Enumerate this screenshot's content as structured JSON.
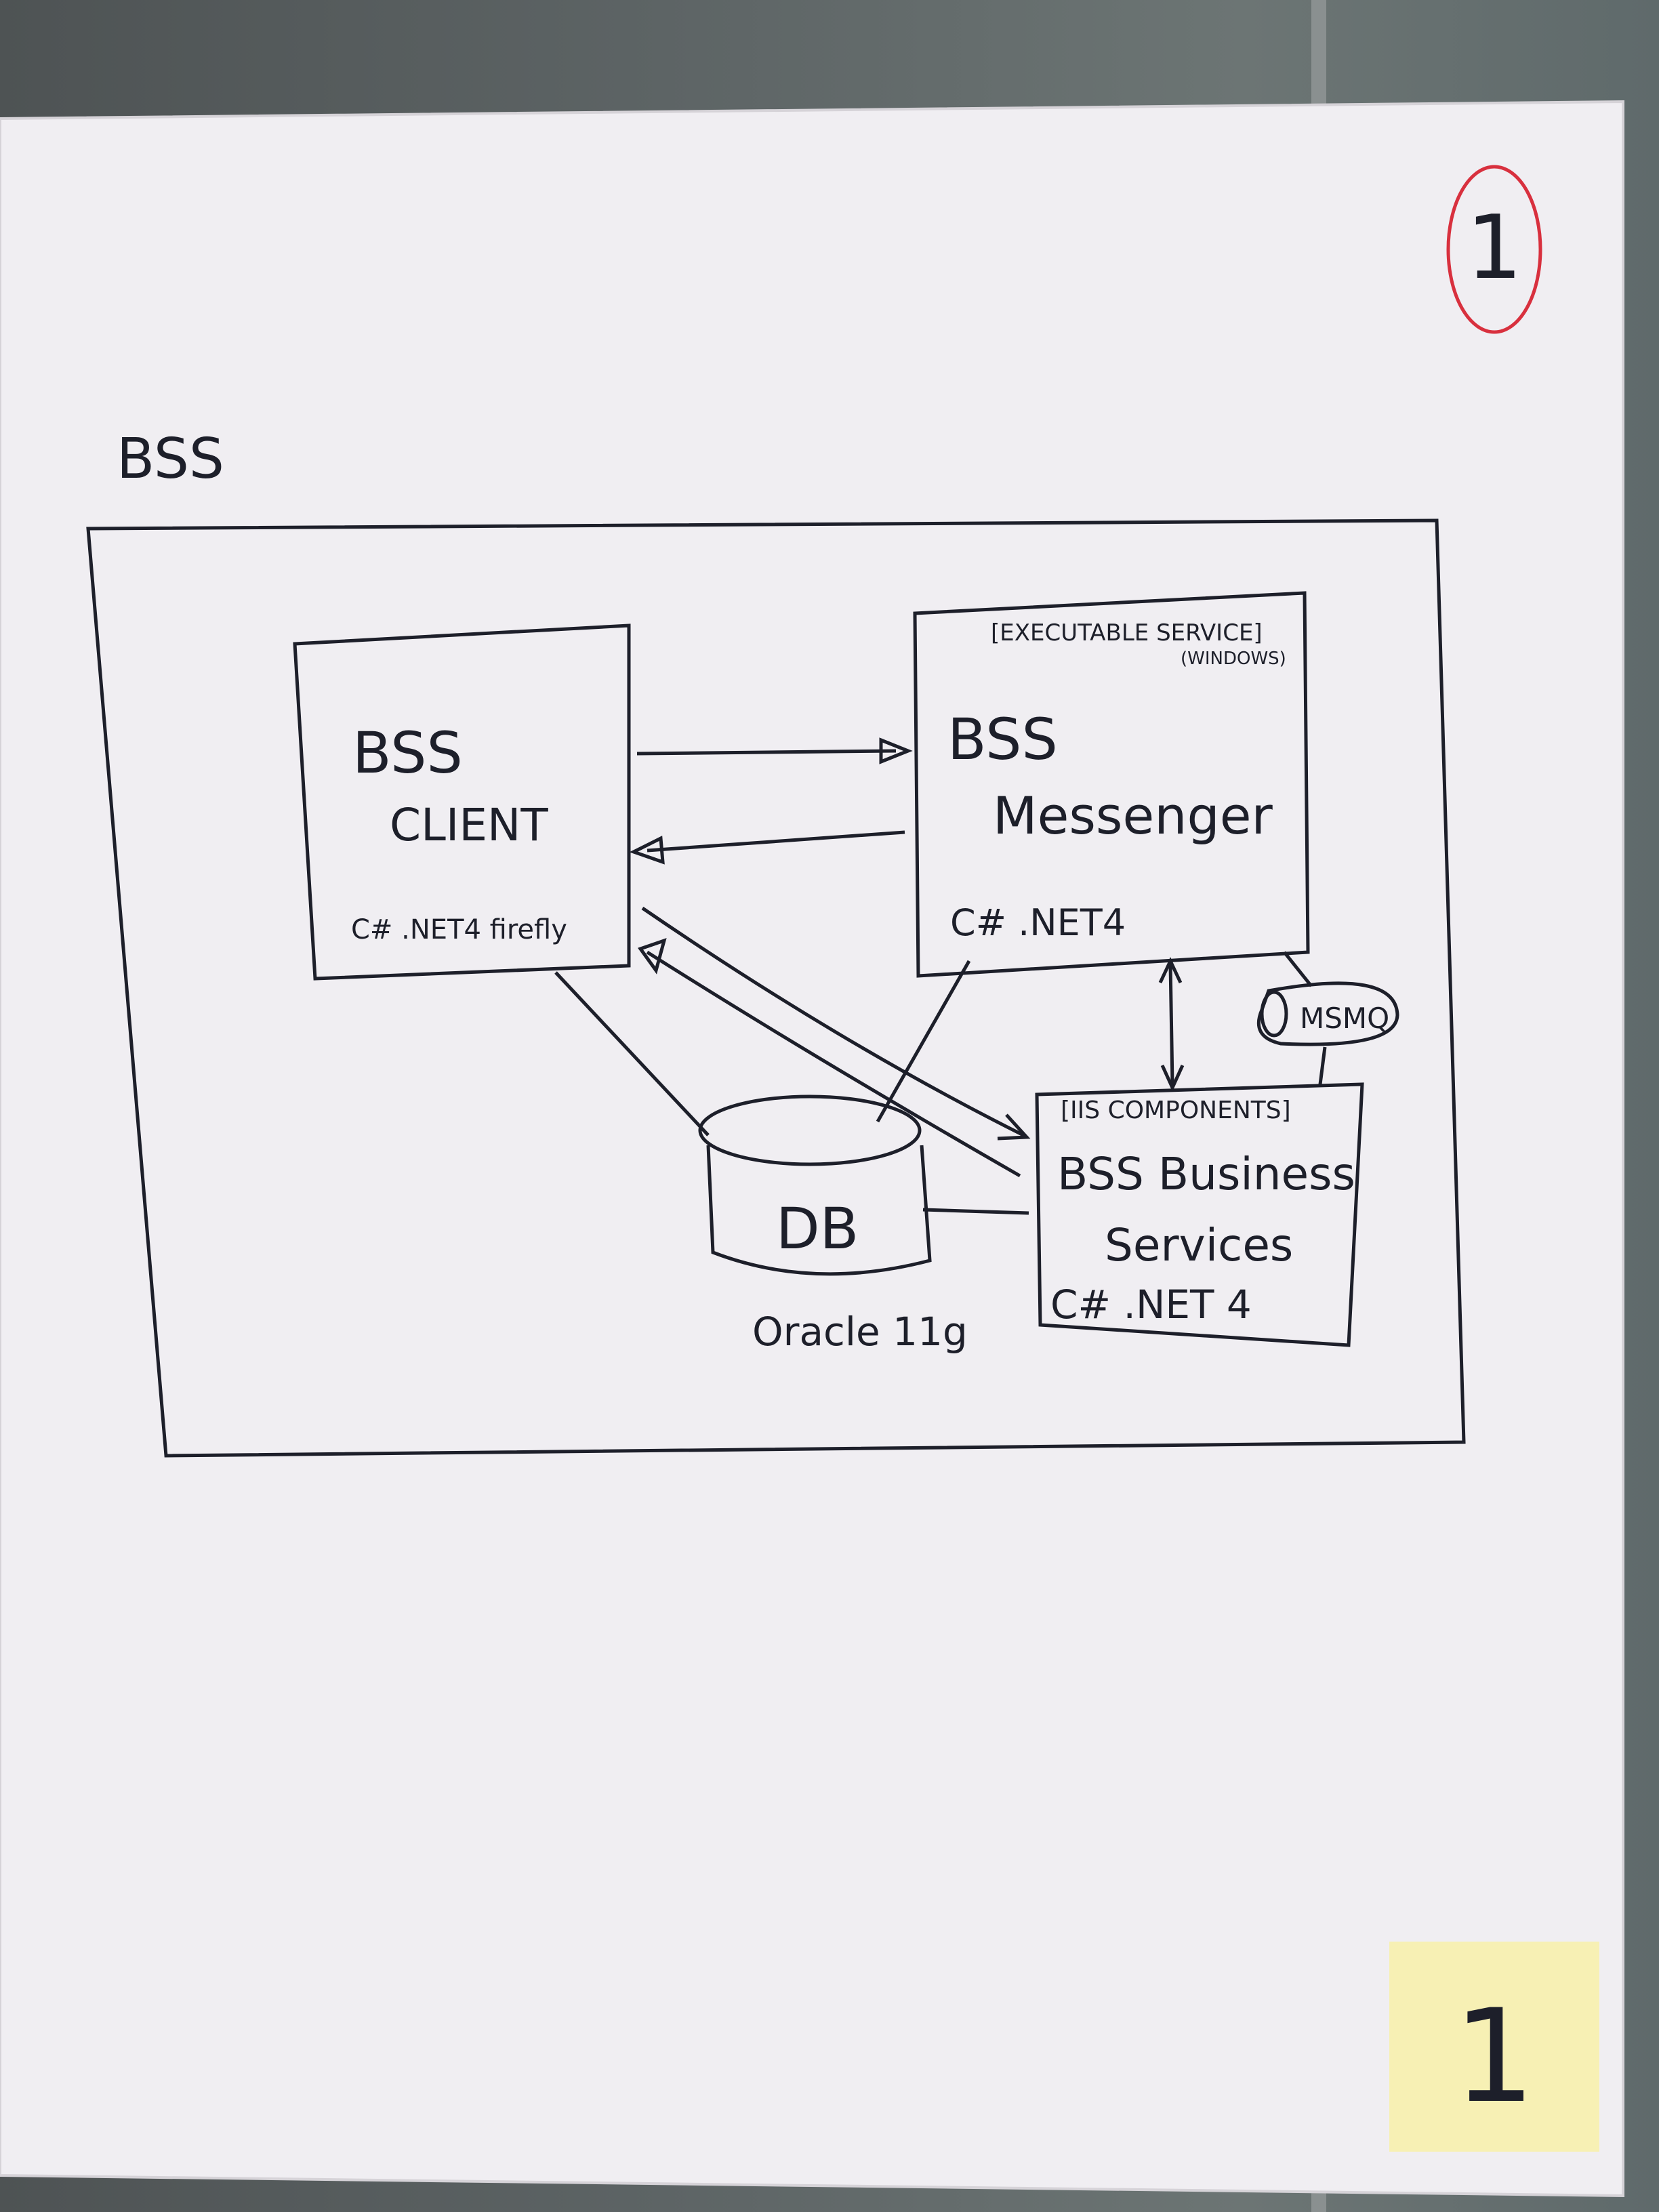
{
  "page_number": "1",
  "sticky_note_number": "1",
  "system_label": "BSS",
  "client": {
    "title_line1": "BSS",
    "title_line2": "CLIENT",
    "tech": "C# .NET4 firefly"
  },
  "messenger": {
    "stereotype_line1": "[EXECUTABLE SERVICE]",
    "stereotype_line2": "(WINDOWS)",
    "title_line1": "BSS",
    "title_line2": "Messenger",
    "tech": "C# .NET4"
  },
  "business_services": {
    "stereotype": "[IIS COMPONENTS]",
    "title_line1": "BSS Business",
    "title_line2": "Services",
    "tech": "C# .NET 4"
  },
  "database": {
    "label": "DB",
    "product": "Oracle 11g"
  },
  "queue": {
    "label": "MSMQ"
  },
  "colors": {
    "paper": "#f1eff2",
    "ink": "#1d1f2a",
    "red_ink": "#d8303e",
    "blue_ink": "#2b3aa8",
    "sticky": "#f7f0b4"
  }
}
